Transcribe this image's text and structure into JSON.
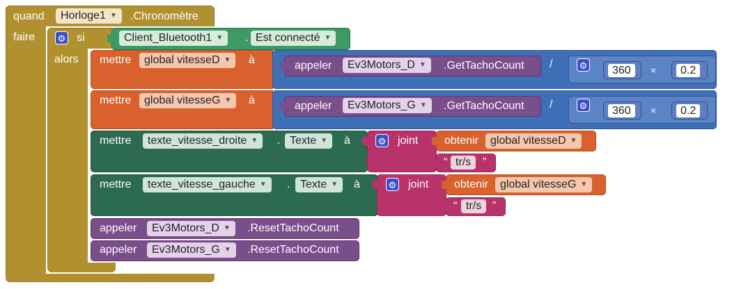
{
  "event": {
    "when": "quand",
    "component": "Horloge1",
    "event_name": ".Chronomètre",
    "do": "faire"
  },
  "if_block": {
    "if": "si",
    "then": "alors",
    "bt_component": "Client_Bluetooth1",
    "bt_dot": ".",
    "bt_property": "Est connecté"
  },
  "set_d": {
    "set": "mettre",
    "var": "global vitesseD",
    "to": "à",
    "call": "appeler",
    "component": "Ev3Motors_D",
    "method": ".GetTachoCount",
    "div": "/",
    "a": "360",
    "times": "×",
    "b": "0.2"
  },
  "set_g": {
    "set": "mettre",
    "var": "global vitesseG",
    "to": "à",
    "call": "appeler",
    "component": "Ev3Motors_G",
    "method": ".GetTachoCount",
    "div": "/",
    "a": "360",
    "times": "×",
    "b": "0.2"
  },
  "set_text_droite": {
    "set": "mettre",
    "component": "texte_vitesse_droite",
    "dot": ".",
    "property": "Texte",
    "to": "à",
    "join": "joint",
    "get": "obtenir",
    "var": "global vitesseD",
    "q_open": "“",
    "text": "tr/s",
    "q_close": "”"
  },
  "set_text_gauche": {
    "set": "mettre",
    "component": "texte_vitesse_gauche",
    "dot": ".",
    "property": "Texte",
    "to": "à",
    "join": "joint",
    "get": "obtenir",
    "var": "global vitesseG",
    "q_open": "“",
    "text": "tr/s",
    "q_close": "”"
  },
  "reset_d": {
    "call": "appeler",
    "component": "Ev3Motors_D",
    "method": ".ResetTachoCount"
  },
  "reset_g": {
    "call": "appeler",
    "component": "Ev3Motors_G",
    "method": ".ResetTachoCount"
  },
  "icons": {
    "mutator": "gear-icon",
    "dropdown": "triangle-down-icon"
  },
  "colors": {
    "event": "#b1912f",
    "control": "#b1912f",
    "variable": "#d8612e",
    "procedure": "#7a4d8b",
    "math": "#3f6fb6",
    "component_set": "#2d6b50",
    "text": "#b8336a",
    "logic_green": "#3d9a66"
  }
}
